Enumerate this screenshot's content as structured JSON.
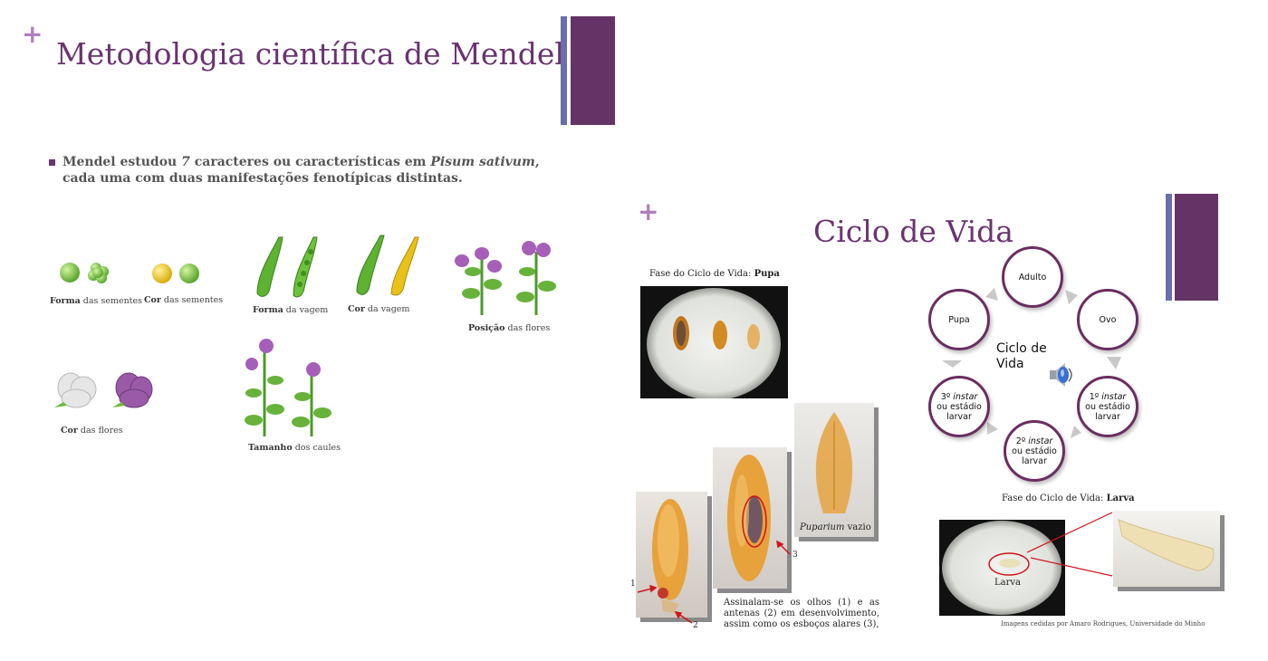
{
  "slide1": {
    "plus": "+",
    "title": "Metodologia científica de Mendel",
    "bullet": {
      "part1": "Mendel estudou ",
      "number": "7",
      "part2": " caracteres ou características em ",
      "species": "Pisum sativum",
      "part3": ",",
      "line2": "cada uma com duas manifestações fenotípicas distintas."
    },
    "traits": [
      {
        "bold": "Forma",
        "rest": " das sementes"
      },
      {
        "bold": "Cor",
        "rest": " das sementes"
      },
      {
        "bold": "Forma",
        "rest": " da vagem"
      },
      {
        "bold": "Cor",
        "rest": " da vagem"
      },
      {
        "bold": "Posição",
        "rest": " das flores"
      },
      {
        "bold": "Cor",
        "rest": " das flores"
      },
      {
        "bold": "Tamanho",
        "rest": " dos caules"
      }
    ]
  },
  "slide2": {
    "plus": "+",
    "title": "Ciclo de Vida",
    "pupa_caption": {
      "prefix": "Fase do Ciclo de Vida: ",
      "bold": "Pupa"
    },
    "larva_caption": {
      "prefix": "Fase do Ciclo de Vida: ",
      "bold": "Larva"
    },
    "puparium": {
      "italic": "Puparium",
      "rest": " vazio"
    },
    "markers": [
      "1",
      "2",
      "3"
    ],
    "description": "Assinalam-se os olhos (1) e as antenas (2) em desenvolvimento, assim como os esboços alares (3),",
    "larva_label": "Larva",
    "credits": "Imagens cedidas por Amaro Rodrigues, Universidade do Minho",
    "cycle_center": "Ciclo de Vida",
    "cycle_nodes": {
      "adulto": "Adulto",
      "ovo": "Ovo",
      "instar1": {
        "num": "1º ",
        "italic": "instar",
        "rest": "ou estádio larvar"
      },
      "instar2": {
        "num": "2º ",
        "italic": "instar",
        "rest": "ou estádio larvar"
      },
      "instar3": {
        "num": "3º ",
        "italic": "instar",
        "rest": "ou estádio larvar"
      },
      "pupa": "Pupa"
    },
    "colors": {
      "accent": "#663366",
      "thin_bar": "#6b6ea8",
      "plus": "#b07fc0"
    }
  }
}
